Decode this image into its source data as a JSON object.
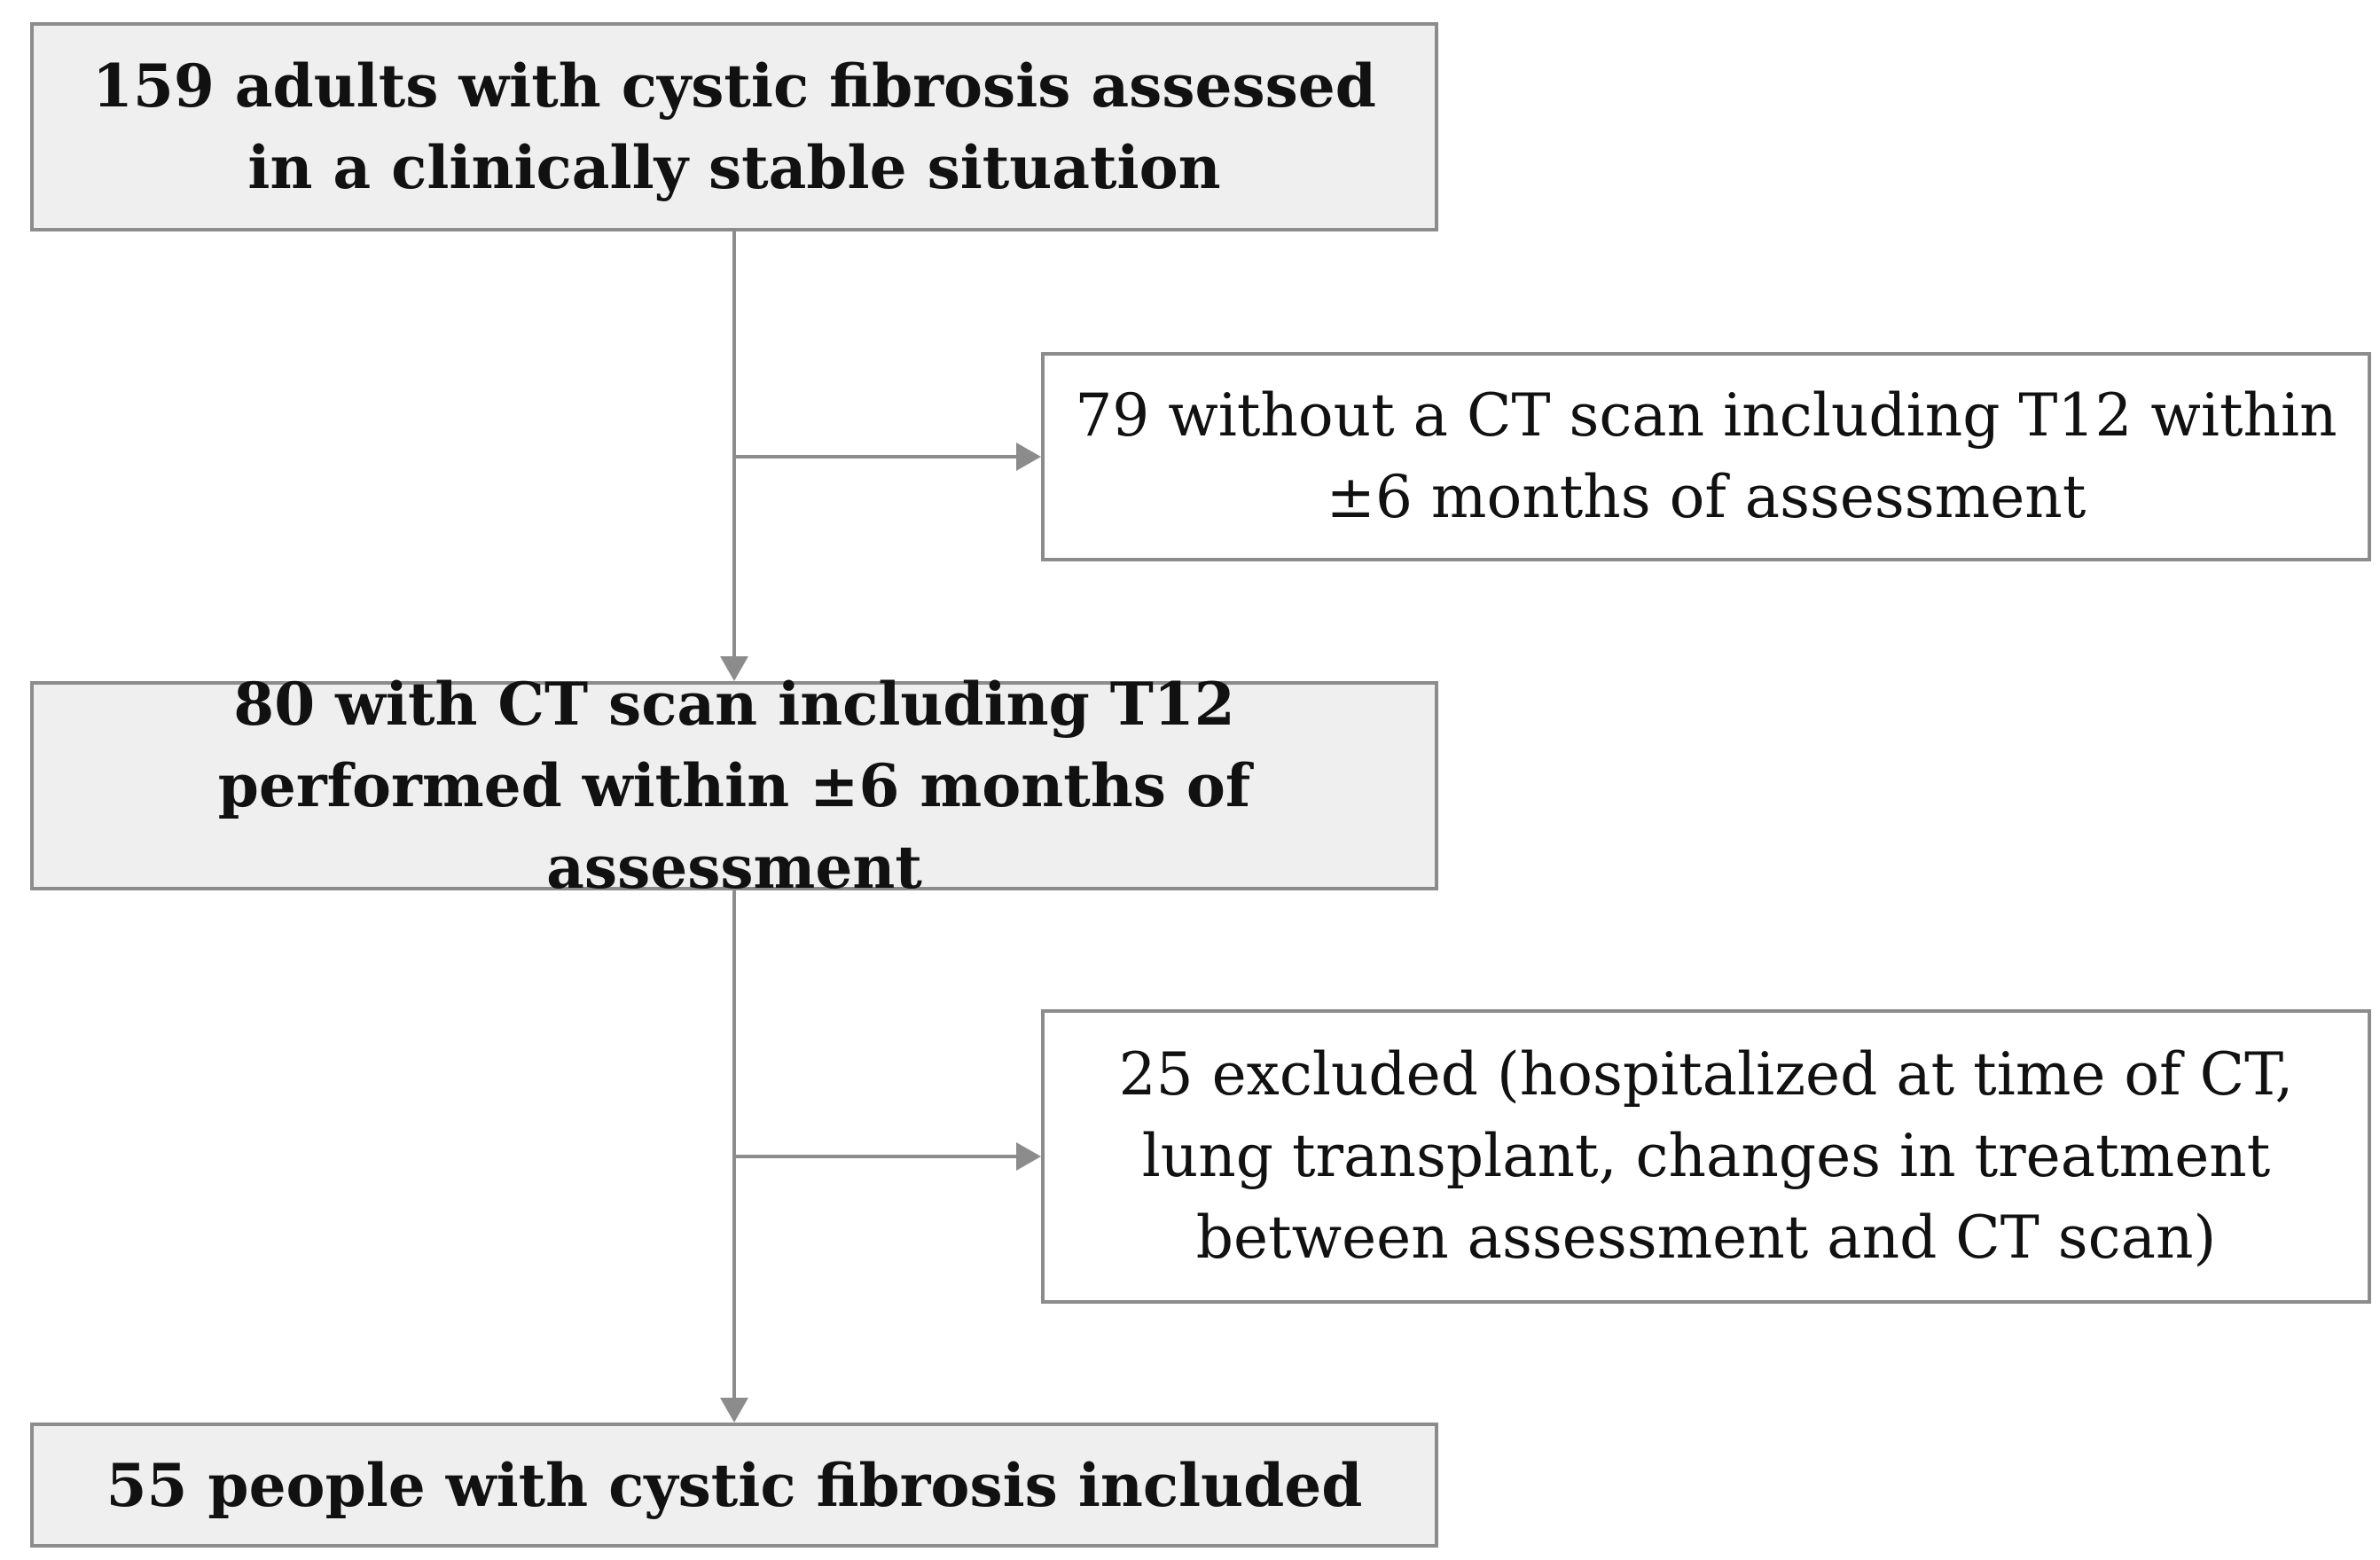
{
  "flowchart": {
    "steps": [
      {
        "text": "159 adults with cystic fibrosis assessed in a clinically stable situation"
      },
      {
        "text": "80 with CT scan including T12 performed within ±6 months of assessment"
      },
      {
        "text": "55 people with cystic fibrosis included"
      }
    ],
    "exclusions": [
      {
        "text": "79 without a CT scan including T12 within ±6 months of assessment"
      },
      {
        "text": "25 excluded (hospitalized at time of CT, lung transplant, changes in treatment between assessment and CT scan)"
      }
    ],
    "colors": {
      "box_border": "#8c8c8c",
      "main_box_fill": "#efefef",
      "side_box_fill": "#ffffff",
      "connector": "#8c8c8c",
      "text": "#111111"
    }
  }
}
